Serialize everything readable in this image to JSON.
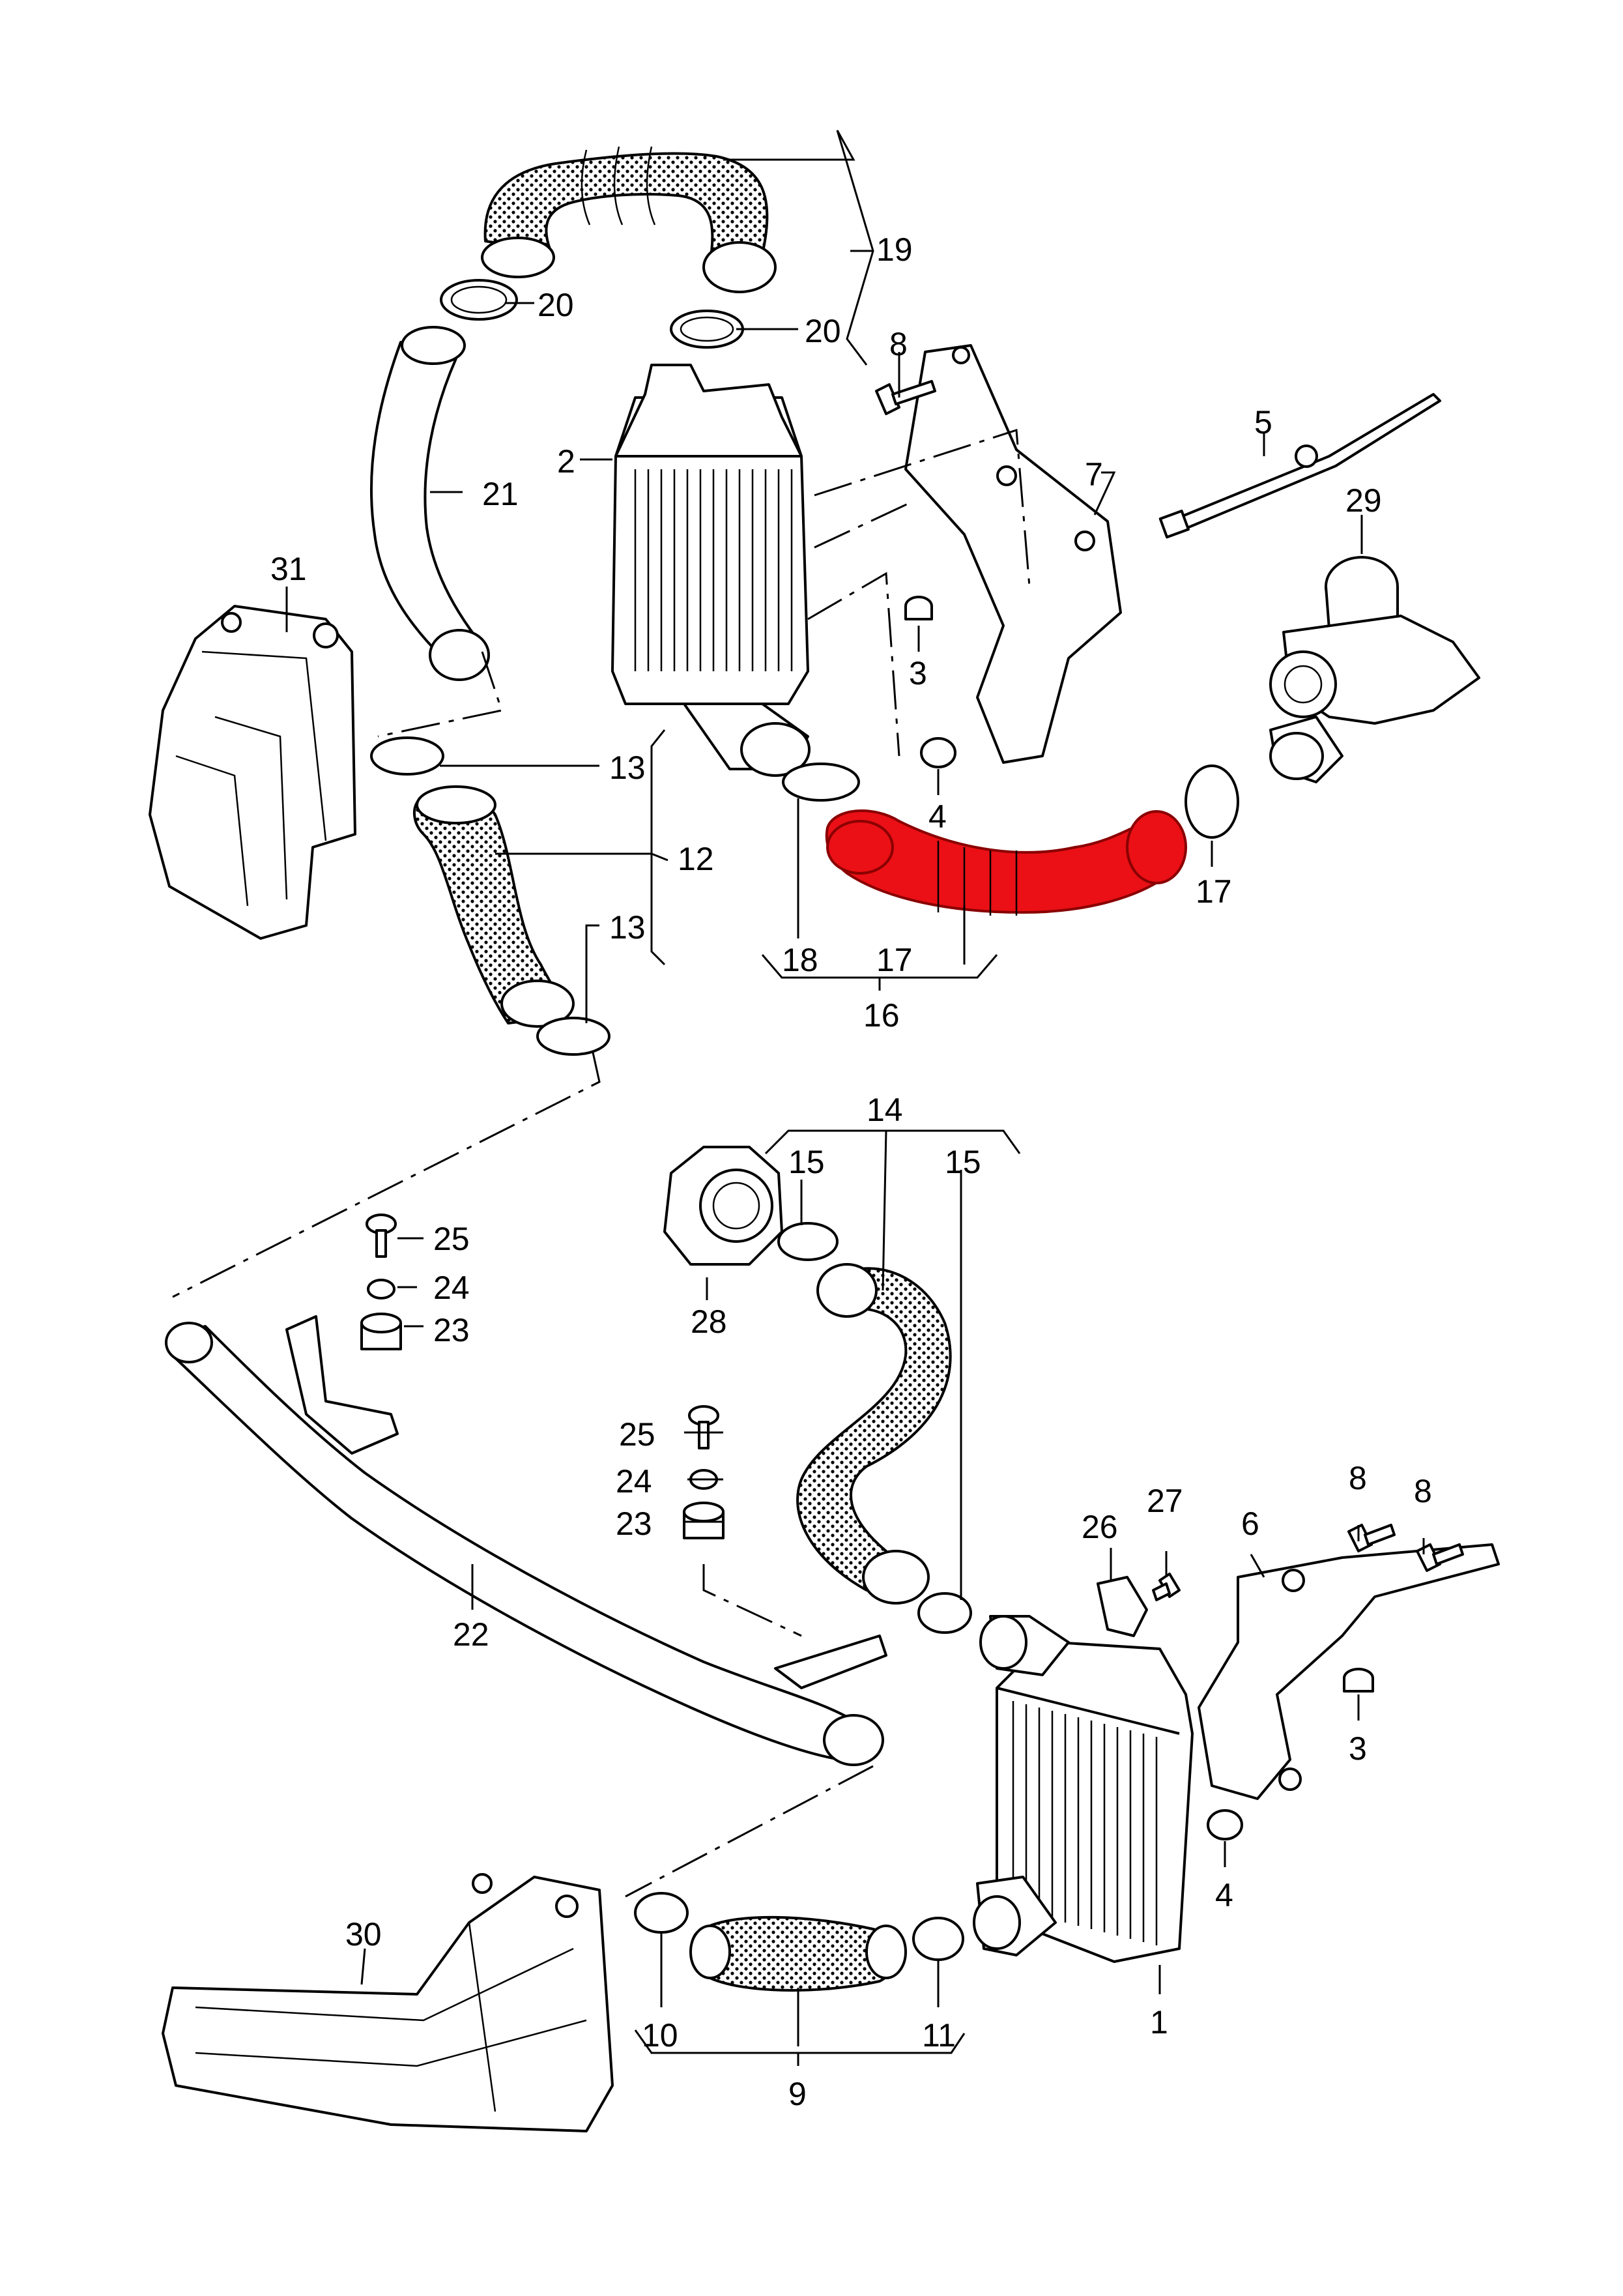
{
  "colors": {
    "highlight": "#ea1016",
    "line": "#000000",
    "background": "#ffffff"
  },
  "labels": [
    {
      "text": "19"
    },
    {
      "text": "20"
    },
    {
      "text": "20"
    },
    {
      "text": "8"
    },
    {
      "text": "21"
    },
    {
      "text": "2"
    },
    {
      "text": "7"
    },
    {
      "text": "5"
    },
    {
      "text": "29"
    },
    {
      "text": "31"
    },
    {
      "text": "3"
    },
    {
      "text": "4"
    },
    {
      "text": "13"
    },
    {
      "text": "12"
    },
    {
      "text": "13"
    },
    {
      "text": "17"
    },
    {
      "text": "18"
    },
    {
      "text": "17"
    },
    {
      "text": "16"
    },
    {
      "text": "14"
    },
    {
      "text": "15"
    },
    {
      "text": "15"
    },
    {
      "text": "25"
    },
    {
      "text": "24"
    },
    {
      "text": "23"
    },
    {
      "text": "28"
    },
    {
      "text": "25"
    },
    {
      "text": "24"
    },
    {
      "text": "23"
    },
    {
      "text": "22"
    },
    {
      "text": "26"
    },
    {
      "text": "27"
    },
    {
      "text": "6"
    },
    {
      "text": "8"
    },
    {
      "text": "8"
    },
    {
      "text": "3"
    },
    {
      "text": "4"
    },
    {
      "text": "30"
    },
    {
      "text": "1"
    },
    {
      "text": "10"
    },
    {
      "text": "11"
    },
    {
      "text": "9"
    }
  ]
}
